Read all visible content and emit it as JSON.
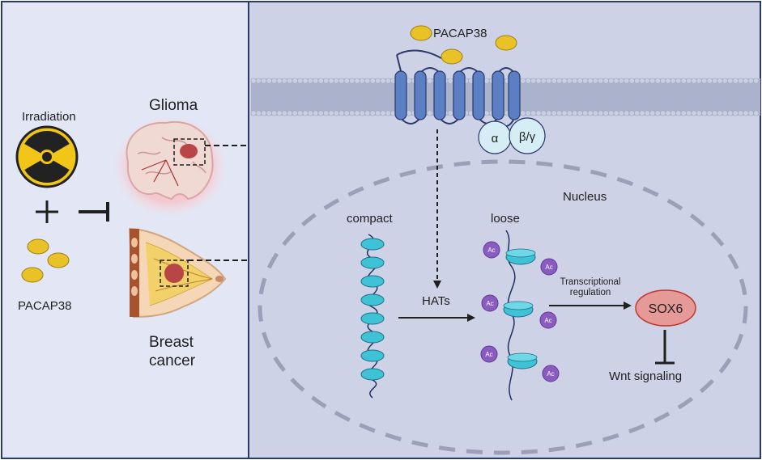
{
  "left_panel": {
    "irradiation_label": "Irradiation",
    "plus_sign": "+",
    "pacap_label": "PACAP38",
    "glioma_label": "Glioma",
    "breast_cancer_label": "Breast cancer"
  },
  "right_panel": {
    "pacap_label": "PACAP38",
    "alpha_subunit": "α",
    "betagamma_subunit": "β/γ",
    "nucleus_label": "Nucleus",
    "compact_label": "compact",
    "loose_label": "loose",
    "hats_label": "HATs",
    "transcriptional_label": "Transcriptional regulation",
    "sox6_label": "SOX6",
    "wnt_label": "Wnt  signaling",
    "acetyl_label": "Ac"
  },
  "colors": {
    "left_bg": "#e3e6f5",
    "right_bg": "#cdd2e6",
    "border": "#2b3a6b",
    "receptor": "#5b7fc4",
    "pacap_ligand": "#e8c227",
    "nucleosome": "#3ec3d6",
    "acetyl": "#8a5cc2",
    "sox6_fill": "#e59a98",
    "sox6_stroke": "#c0392b",
    "nucleus_dash": "#9aa0b8"
  }
}
